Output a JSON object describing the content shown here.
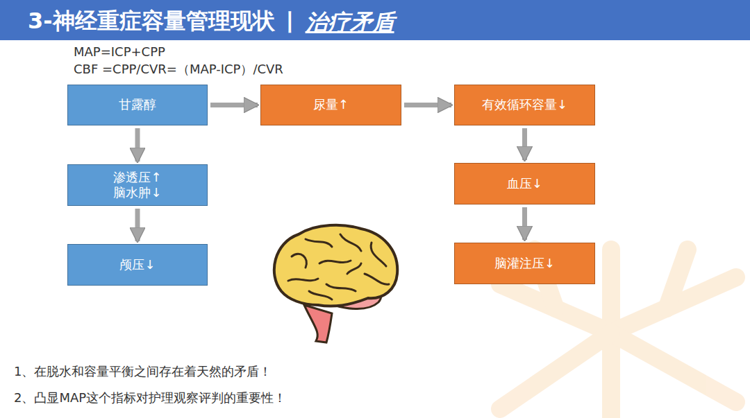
{
  "diagram": {
    "title": "3-神经重症容量管理现状",
    "nodes": [
      {
        "text": [
          "甘露醇"
        ]
      },
      {
        "text": [
          "尿量↑"
        ]
      },
      {
        "text": [
          "有效循环容量↓"
        ]
      },
      {
        "text": [
          "渗透压↑",
          "脑水肿↓"
        ]
      },
      {
        "text": [
          "血压↓"
        ]
      },
      {
        "text": [
          "颅压↓"
        ]
      },
      {
        "text": [
          "脑灌注压↓"
        ]
      }
    ],
    "edges": [
      {
        "from": 0,
        "to": 1,
        "arrow": "to"
      },
      {
        "from": 1,
        "to": 2,
        "arrow": "to"
      },
      {
        "from": 0,
        "to": 3,
        "arrow": "to"
      },
      {
        "from": 3,
        "to": 5,
        "arrow": "to"
      },
      {
        "from": 2,
        "to": 4,
        "arrow": "to"
      },
      {
        "from": 4,
        "to": 6,
        "arrow": "to"
      }
    ],
    "labels": [
      "丨",
      "治疗矛盾",
      "MAP=ICP+CPP",
      "CBF =CPP/CVR=（MAP-ICP）/CVR",
      "1、在脱水和容量平衡之间存在着天然的矛盾！",
      "2、凸显MAP这个指标对护理观察评判的重要性！"
    ]
  }
}
